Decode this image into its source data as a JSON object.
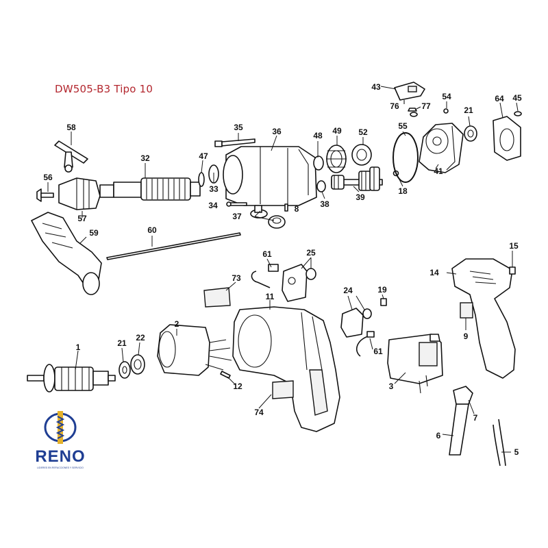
{
  "title": "DW505-B3 Tipo 10",
  "brand": {
    "name": "RENO",
    "tagline": "LIDERES EN REFACCIONES Y SERVICIO",
    "colors": {
      "navy": "#1f3e93",
      "gold": "#e5b22b",
      "title_red": "#b3262e"
    }
  },
  "labels": {
    "p1": "1",
    "p2": "2",
    "p3": "3",
    "p5": "5",
    "p6": "6",
    "p7": "7",
    "p8": "8",
    "p9": "9",
    "p11": "11",
    "p12": "12",
    "p14": "14",
    "p15": "15",
    "p18": "18",
    "p19": "19",
    "p21a": "21",
    "p21b": "21",
    "p22": "22",
    "p24": "24",
    "p25": "25",
    "p32": "32",
    "p33": "33",
    "p34": "34",
    "p35": "35",
    "p36": "36",
    "p37": "37",
    "p38": "38",
    "p39": "39",
    "p41": "41",
    "p43": "43",
    "p45": "45",
    "p47": "47",
    "p48": "48",
    "p49": "49",
    "p52": "52",
    "p54": "54",
    "p55": "55",
    "p56": "56",
    "p57": "57",
    "p58": "58",
    "p59": "59",
    "p60": "60",
    "p61a": "61",
    "p61b": "61",
    "p64": "64",
    "p73": "73",
    "p74": "74",
    "p76": "76",
    "p77": "77"
  }
}
